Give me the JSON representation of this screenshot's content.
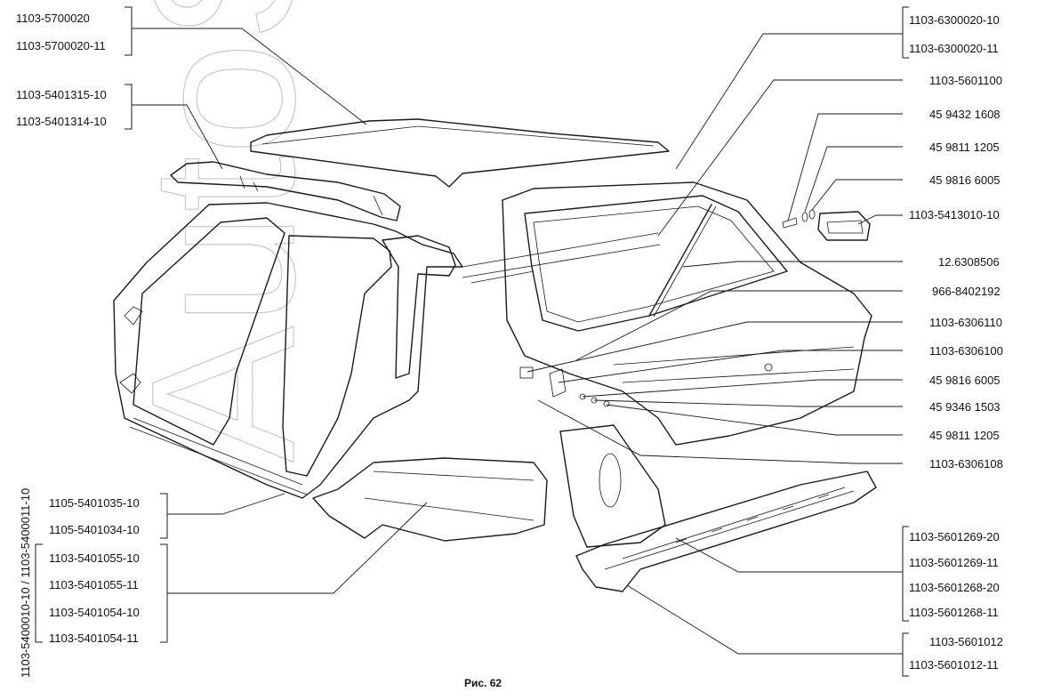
{
  "figure": {
    "caption": "Рис. 62",
    "watermark": "AutoSoft"
  },
  "labels": {
    "roof_a": "1103-5700020",
    "roof_b": "1103-5700020-11",
    "rail_a": "1103-5401315-10",
    "rail_b": "1103-5401314-10",
    "side_a": "1103-6300020-10",
    "side_b": "1103-6300020-11",
    "panel": "1103-5601100",
    "bolt": "45 9432 1608",
    "washer1": "45 9811 1205",
    "washer2": "45 9816 6005",
    "handle": "1103-5413010-10",
    "strut": "12.6308506",
    "lock": "966-8402192",
    "buffer": "1103-6306110",
    "hinge": "1103-6306100",
    "washer3": "45 9816 6005",
    "bolt2": "45 9346 1503",
    "washer4": "45 9811 1205",
    "bracket": "1103-6306108",
    "sill_a": "1105-5401035-10",
    "sill_b": "1105-5401034-10",
    "floor_a": "1103-5401055-10",
    "floor_b": "1103-5401055-11",
    "floor_c": "1103-5401054-10",
    "floor_d": "1103-5401054-11",
    "vert_label": "1103-5400010-10 / 1103-5400011-10",
    "rear_a": "1103-5601269-20",
    "rear_b": "1103-5601269-11",
    "rear_c": "1103-5601268-20",
    "rear_d": "1103-5601268-11",
    "beam_a": "1103-5601012",
    "beam_b": "1103-5601012-11"
  }
}
